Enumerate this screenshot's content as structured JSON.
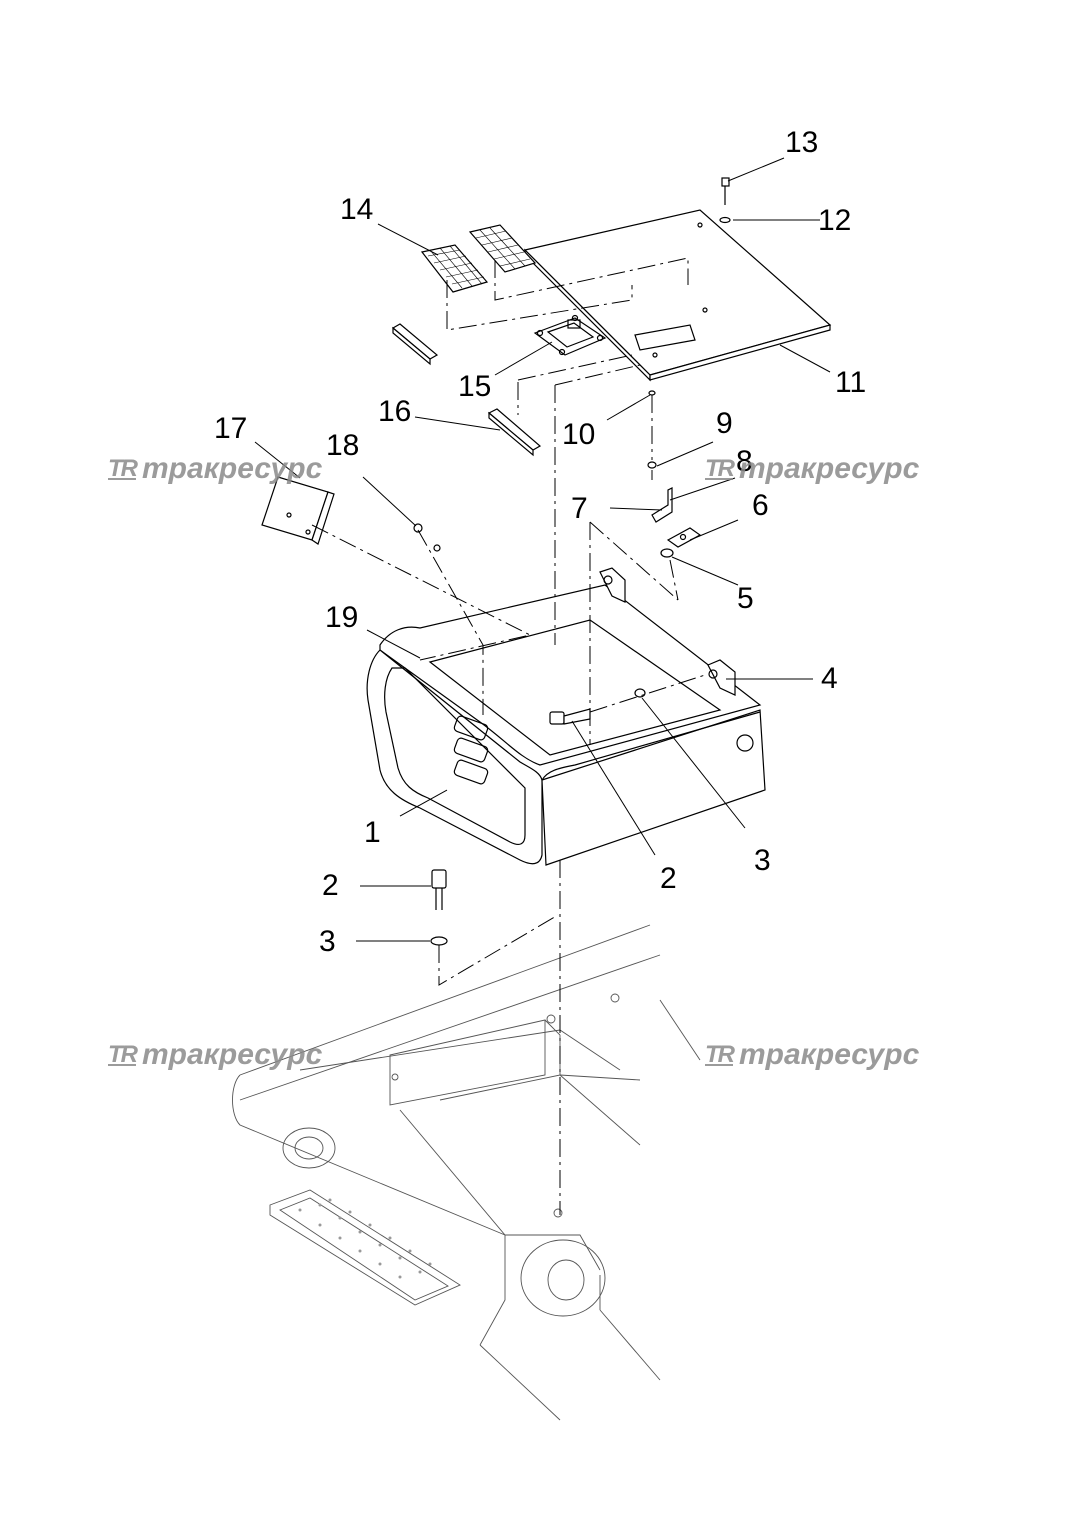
{
  "diagram": {
    "callouts": {
      "c13": "13",
      "c14": "14",
      "c12": "12",
      "c11": "11",
      "c15": "15",
      "c16": "16",
      "c10": "10",
      "c17": "17",
      "c18": "18",
      "c9": "9",
      "c8": "8",
      "c7": "7",
      "c6": "6",
      "c5": "5",
      "c19": "19",
      "c4": "4",
      "c1": "1",
      "c2a": "2",
      "c3a": "3",
      "c2b": "2",
      "c3b": "3"
    },
    "watermark": {
      "logo": "TR",
      "text": "тракресурс"
    }
  }
}
